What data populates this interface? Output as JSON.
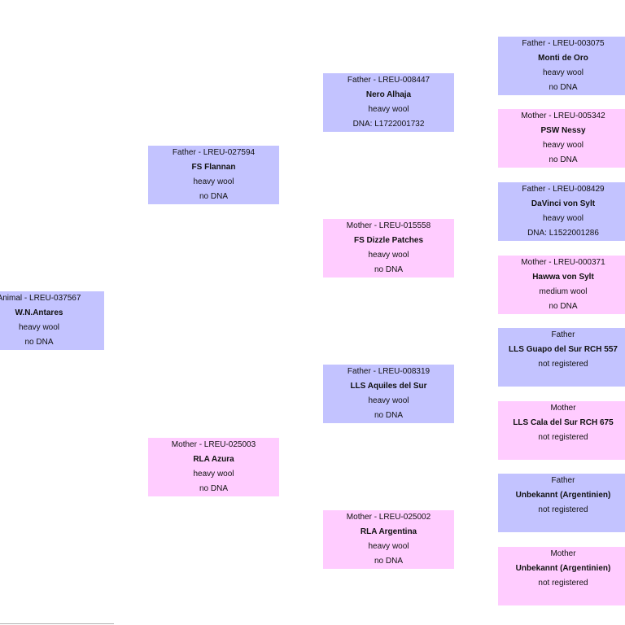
{
  "nodes": [
    {
      "id": "animal",
      "sex": "male",
      "role": "Animal - LREU-037567",
      "name": "W.N.Antares",
      "wool": "heavy wool",
      "dna": "no DNA"
    },
    {
      "id": "f",
      "sex": "male",
      "role": "Father - LREU-027594",
      "name": "FS Flannan",
      "wool": "heavy wool",
      "dna": "no DNA"
    },
    {
      "id": "m",
      "sex": "female",
      "role": "Mother - LREU-025003",
      "name": "RLA Azura",
      "wool": "heavy wool",
      "dna": "no DNA"
    },
    {
      "id": "ff",
      "sex": "male",
      "role": "Father - LREU-008447",
      "name": "Nero Alhaja",
      "wool": "heavy wool",
      "dna": "DNA: L1722001732"
    },
    {
      "id": "fm",
      "sex": "female",
      "role": "Mother - LREU-015558",
      "name": "FS Dizzle Patches",
      "wool": "heavy wool",
      "dna": "no DNA"
    },
    {
      "id": "mf",
      "sex": "male",
      "role": "Father - LREU-008319",
      "name": "LLS Aquiles del Sur",
      "wool": "heavy wool",
      "dna": "no DNA"
    },
    {
      "id": "mm",
      "sex": "female",
      "role": "Mother - LREU-025002",
      "name": "RLA Argentina",
      "wool": "heavy wool",
      "dna": "no DNA"
    },
    {
      "id": "fff",
      "sex": "male",
      "role": "Father - LREU-003075",
      "name": "Monti de Oro",
      "wool": "heavy wool",
      "dna": "no DNA"
    },
    {
      "id": "ffm",
      "sex": "female",
      "role": "Mother - LREU-005342",
      "name": "PSW Nessy",
      "wool": "heavy wool",
      "dna": "no DNA"
    },
    {
      "id": "fmf",
      "sex": "male",
      "role": "Father - LREU-008429",
      "name": "DaVinci von Sylt",
      "wool": "heavy wool",
      "dna": "DNA: L1522001286"
    },
    {
      "id": "fmm",
      "sex": "female",
      "role": "Mother - LREU-000371",
      "name": "Hawwa von Sylt",
      "wool": "medium wool",
      "dna": "no DNA"
    },
    {
      "id": "mff",
      "sex": "male",
      "role": "Father",
      "name": "LLS Guapo del Sur RCH 557",
      "wool": "not registered",
      "dna": ""
    },
    {
      "id": "mfm",
      "sex": "female",
      "role": "Mother",
      "name": "LLS Cala del Sur RCH 675",
      "wool": "not registered",
      "dna": ""
    },
    {
      "id": "mmf",
      "sex": "male",
      "role": "Father",
      "name": "Unbekannt (Argentinien)",
      "wool": "not registered",
      "dna": ""
    },
    {
      "id": "mmm",
      "sex": "female",
      "role": "Mother",
      "name": "Unbekannt (Argentinien)",
      "wool": "not registered",
      "dna": ""
    }
  ],
  "colors": {
    "male": "#c3c3ff",
    "female": "#ffccff"
  }
}
